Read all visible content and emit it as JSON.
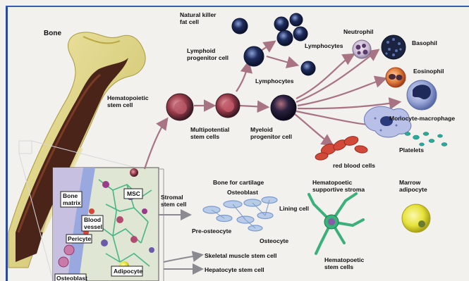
{
  "labels": {
    "bone": "Bone",
    "hematopoietic_stem_cell": [
      "Hematopoietic",
      "stem cell"
    ],
    "multipotential_stem_cells": [
      "Multipotential",
      "stem cells"
    ],
    "myeloid_progenitor_cell": [
      "Myeloid",
      "progenitor cell"
    ],
    "natural_killer_fat_cell": [
      "Natural killer",
      "fat cell"
    ],
    "lymphoid_progenitor_cell": [
      "Lymphoid",
      "progenitor cell"
    ],
    "lymphocytes_upper": "Lymphocytes",
    "lymphocytes_lower": "Lymphocytes",
    "neutrophil": "Neutrophil",
    "basophil": "Basophil",
    "eosinophil": "Eosinophil",
    "monocyte_macrophage": "Monocyte-macrophage",
    "platelets": "Platelets",
    "red_blood_cells": "red blood cells",
    "stromal_stem_cell": [
      "Stromal",
      "stem cell"
    ],
    "bone_for_cartilage": "Bone for cartilage",
    "osteoblast": "Osteoblast",
    "lining_cell": "Lining cell",
    "pre_osteocyte": "Pre-osteocyte",
    "osteocyte": "Osteocyte",
    "hematopoietic_supportive_stroma": [
      "Hematopoetic",
      "supportive stroma"
    ],
    "marrow_adipocyte": [
      "Marrow",
      "adipocyte"
    ],
    "hematopoietic_stem_cells_bottom": [
      "Hematopoetic",
      "stem cells"
    ],
    "skeletal_muscle_stem_cell": "Skeletal muscle stem cell",
    "hepatocyte_stem_cell": "Hepatocyte stem cell"
  },
  "inset": {
    "bone_matrix": [
      "Bone",
      "matrix"
    ],
    "blood_vessel": [
      "Blood",
      "vessel"
    ],
    "pericyte": "Pericyte",
    "osteoblast": "Osteoblast",
    "msc": "MSC",
    "adipocyte": "Adipocyte"
  },
  "colors": {
    "bone_outer": "#d9cf7a",
    "bone_marrow": "#4a2418",
    "stem_cell": "#7a2a3a",
    "lymphocyte": "#1c2a55",
    "basophil": "#1a2440",
    "eosinophil": "#e07a3c",
    "monocyte": "#2a3a7a",
    "platelet": "#2aa89a",
    "rbc": "#d2493a",
    "stroma": "#3ab07a",
    "adipocyte": "#e6e23a",
    "arrow": "#b07a86",
    "border": "#2a4aa0"
  }
}
